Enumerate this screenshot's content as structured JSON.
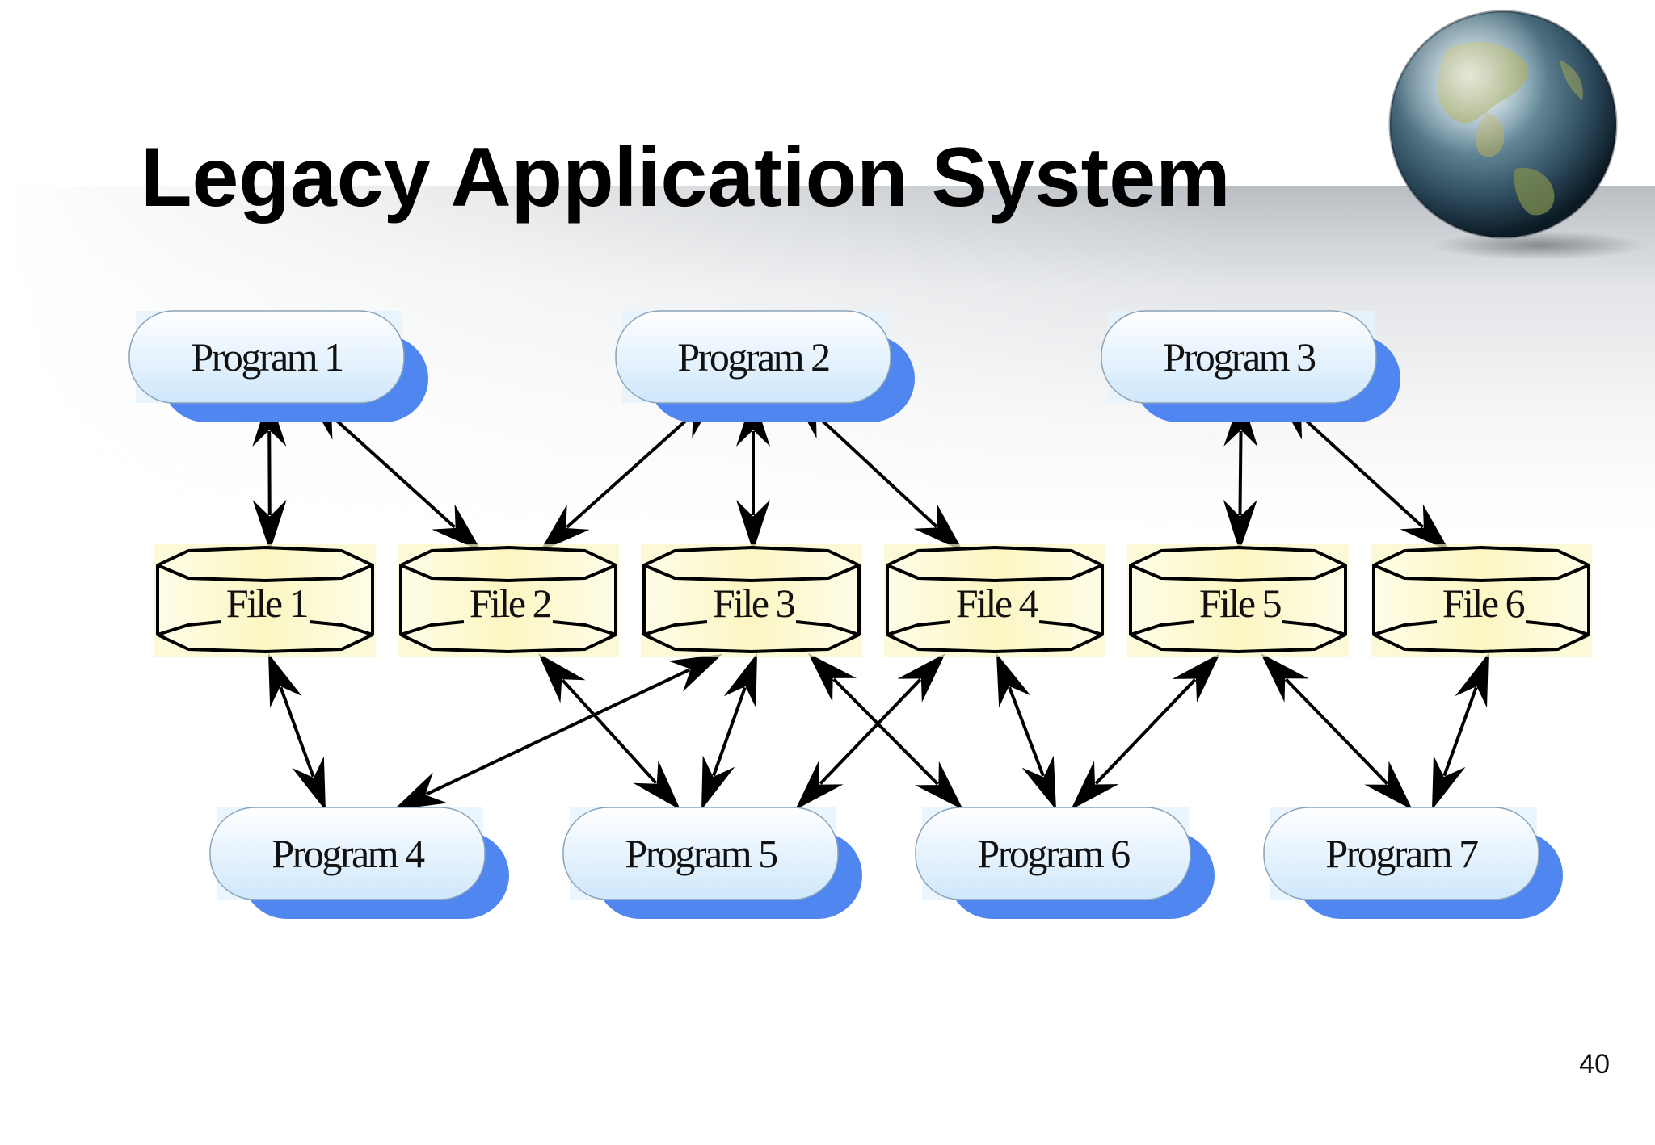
{
  "slide": {
    "title": "Legacy Application System",
    "page_number": "40"
  },
  "diagram": {
    "programs": [
      {
        "id": "p1",
        "label": "Program 1"
      },
      {
        "id": "p2",
        "label": "Program 2"
      },
      {
        "id": "p3",
        "label": "Program 3"
      },
      {
        "id": "p4",
        "label": "Program 4"
      },
      {
        "id": "p5",
        "label": "Program 5"
      },
      {
        "id": "p6",
        "label": "Program 6"
      },
      {
        "id": "p7",
        "label": "Program 7"
      }
    ],
    "files": [
      {
        "id": "f1",
        "label": "File 1"
      },
      {
        "id": "f2",
        "label": "File 2"
      },
      {
        "id": "f3",
        "label": "File 3"
      },
      {
        "id": "f4",
        "label": "File 4"
      },
      {
        "id": "f5",
        "label": "File 5"
      },
      {
        "id": "f6",
        "label": "File 6"
      }
    ],
    "connections": [
      [
        "p1",
        "f1"
      ],
      [
        "p1",
        "f2"
      ],
      [
        "p2",
        "f2"
      ],
      [
        "p2",
        "f3"
      ],
      [
        "p2",
        "f4"
      ],
      [
        "p3",
        "f5"
      ],
      [
        "p3",
        "f6"
      ],
      [
        "f1",
        "p4"
      ],
      [
        "f3",
        "p4"
      ],
      [
        "f2",
        "p5"
      ],
      [
        "f3",
        "p5"
      ],
      [
        "f4",
        "p5"
      ],
      [
        "f3",
        "p6"
      ],
      [
        "f4",
        "p6"
      ],
      [
        "f5",
        "p6"
      ],
      [
        "f5",
        "p7"
      ],
      [
        "f6",
        "p7"
      ]
    ],
    "colors": {
      "program_fill": "#e6f3fd",
      "program_shadow": "#4f86f0",
      "file_fill": "#fbf6c6",
      "arrow": "#000000"
    }
  }
}
